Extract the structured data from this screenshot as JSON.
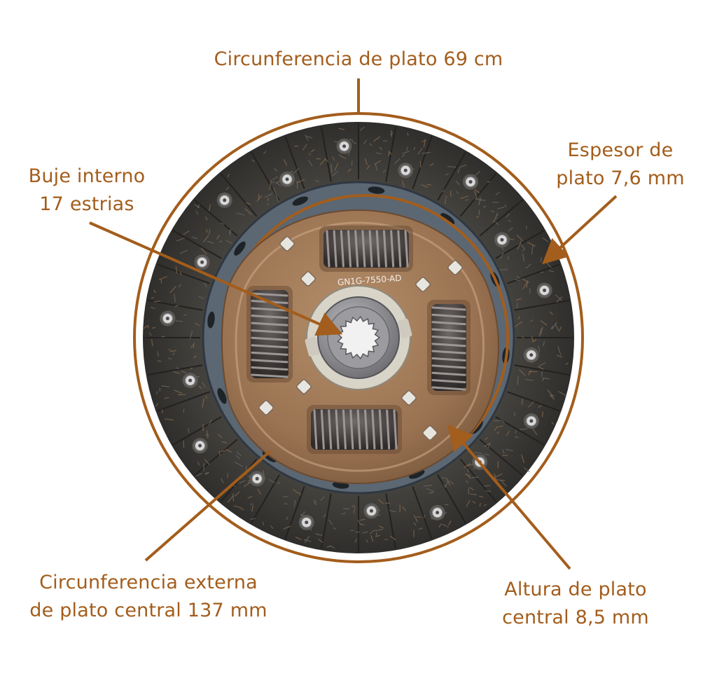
{
  "colors": {
    "accent": "#a35d1c",
    "facing": "#3b3a39",
    "hub_bronze": "#a07a58",
    "spring": "#4a4543",
    "steel": "#8c8c8e",
    "rivet": "#d9d9d9"
  },
  "hub_marking": "GN1G-7550-AD",
  "labels": {
    "circunferencia_plato": "Circunferencia de plato 69 cm",
    "espesor": [
      "Espesor de",
      "plato 7,6 mm"
    ],
    "buje": [
      "Buje interno",
      "17 estrias"
    ],
    "circunferencia_externa": [
      "Circunferencia externa",
      "de plato central 137 mm"
    ],
    "altura": [
      "Altura de plato",
      "central 8,5 mm"
    ]
  }
}
